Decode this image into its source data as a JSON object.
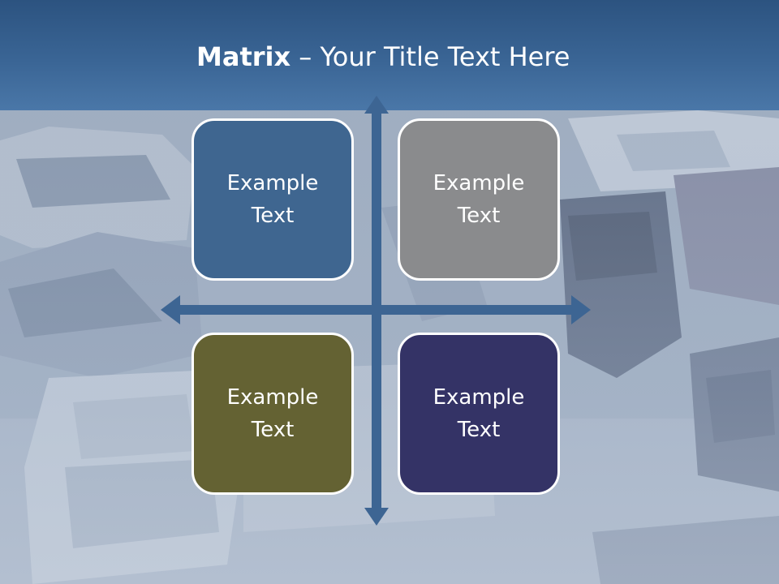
{
  "title": {
    "bold": "Matrix",
    "rest": " – Your Title Text Here"
  },
  "quadrants": [
    {
      "text": "Example Text",
      "color": "#3f6690"
    },
    {
      "text": "Example Text",
      "color": "#8a8b8d"
    },
    {
      "text": "Example Text",
      "color": "#646233"
    },
    {
      "text": "Example Text",
      "color": "#343366"
    }
  ],
  "colors": {
    "header": "#3a6595",
    "axis": "#3d6593"
  }
}
